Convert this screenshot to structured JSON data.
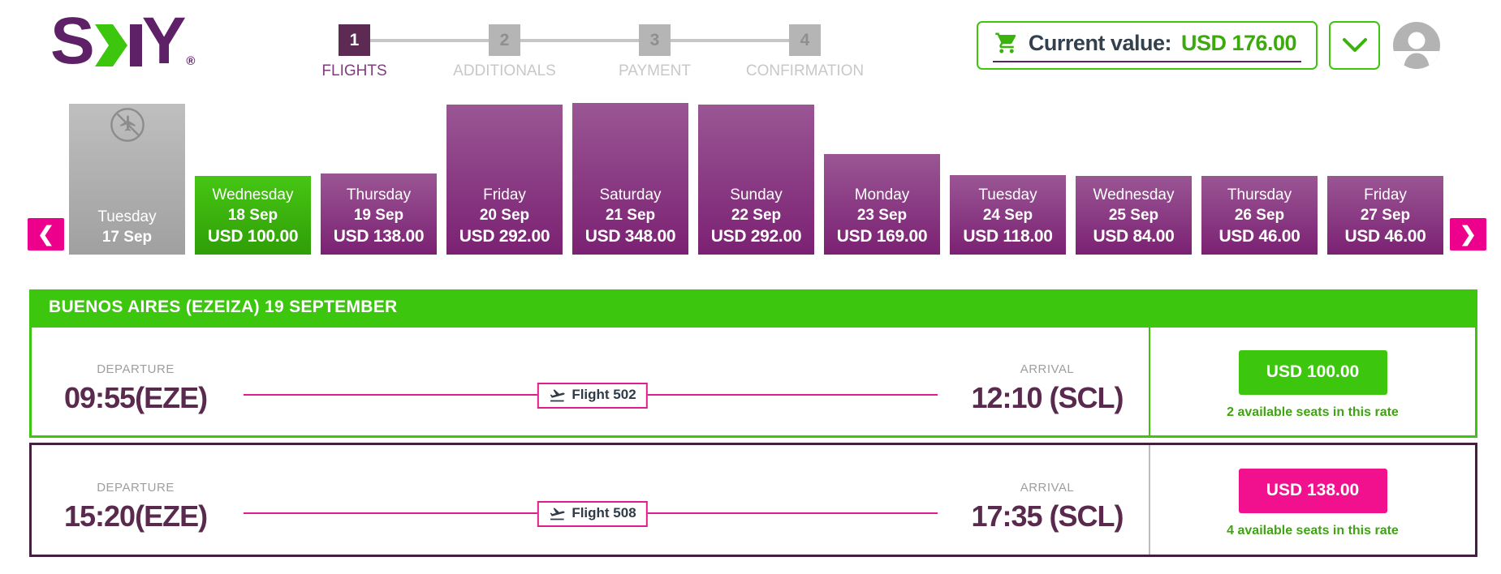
{
  "brand": {
    "name_s": "S",
    "name_y": "Y",
    "registered": "®"
  },
  "stepper": {
    "steps": [
      {
        "number": "1",
        "label": "FLIGHTS",
        "active": true
      },
      {
        "number": "2",
        "label": "ADDITIONALS",
        "active": false
      },
      {
        "number": "3",
        "label": "PAYMENT",
        "active": false
      },
      {
        "number": "4",
        "label": "CONFIRMATION",
        "active": false
      }
    ]
  },
  "cart": {
    "label": "Current value:",
    "value": "USD 176.00"
  },
  "carousel": {
    "prev": "❮",
    "next": "❯",
    "days": [
      {
        "day": "Tuesday",
        "date": "17 Sep",
        "price": "",
        "state": "no-flights",
        "height": 186
      },
      {
        "day": "Wednesday",
        "date": "18 Sep",
        "price": "USD 100.00",
        "state": "selected",
        "height": 97
      },
      {
        "day": "Thursday",
        "date": "19 Sep",
        "price": "USD 138.00",
        "state": "normal",
        "height": 100
      },
      {
        "day": "Friday",
        "date": "20 Sep",
        "price": "USD 292.00",
        "state": "normal",
        "height": 185
      },
      {
        "day": "Saturday",
        "date": "21 Sep",
        "price": "USD 348.00",
        "state": "normal",
        "height": 187
      },
      {
        "day": "Sunday",
        "date": "22 Sep",
        "price": "USD 292.00",
        "state": "normal",
        "height": 185
      },
      {
        "day": "Monday",
        "date": "23 Sep",
        "price": "USD 169.00",
        "state": "normal",
        "height": 124
      },
      {
        "day": "Tuesday",
        "date": "24 Sep",
        "price": "USD 118.00",
        "state": "normal",
        "height": 98
      },
      {
        "day": "Wednesday",
        "date": "25 Sep",
        "price": "USD 84.00",
        "state": "normal",
        "height": 97
      },
      {
        "day": "Thursday",
        "date": "26 Sep",
        "price": "USD 46.00",
        "state": "normal",
        "height": 97
      },
      {
        "day": "Friday",
        "date": "27 Sep",
        "price": "USD 46.00",
        "state": "normal",
        "height": 97
      }
    ]
  },
  "flights_section": {
    "title": "BUENOS AIRES (EZEIZA) 19 SEPTEMBER",
    "departure_label": "DEPARTURE",
    "arrival_label": "ARRIVAL",
    "rows": [
      {
        "departure_time": "09:55(EZE)",
        "arrival_time": "12:10 (SCL)",
        "flight": "Flight 502",
        "price": "USD 100.00",
        "seats": "2 available seats in this rate",
        "selected": true
      },
      {
        "departure_time": "15:20(EZE)",
        "arrival_time": "17:35 (SCL)",
        "flight": "Flight 508",
        "price": "USD 138.00",
        "seats": "4 available seats in this rate",
        "selected": false
      }
    ]
  },
  "colors": {
    "green": "#3CC60E",
    "green_border": "#3FC412",
    "green_text": "#3FA313",
    "pink": "#EC008C",
    "pink_button": "#F1108D",
    "line_pink": "#E01D8D",
    "brand_purple": "#5E2167",
    "bar_purple_top": "#9A5694",
    "bar_purple_bottom": "#7B2173",
    "time_plum": "#5A2A4E",
    "row_border_dark": "#45203E",
    "cart_text": "#33404E"
  }
}
